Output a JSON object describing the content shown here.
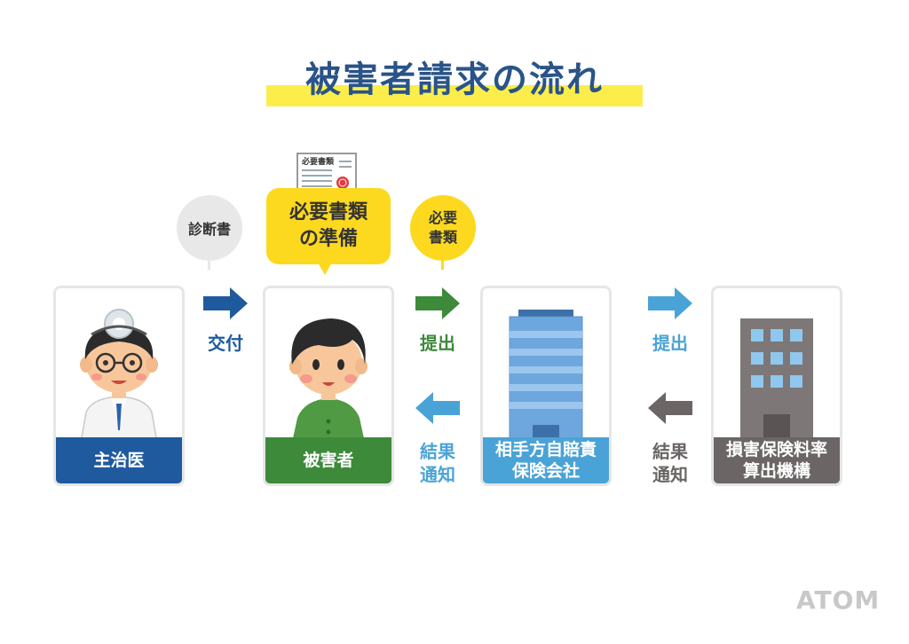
{
  "title": "被害者請求の流れ",
  "logo": "ATOM",
  "colors": {
    "title": "#2a5488",
    "highlight": "#fcee4a",
    "doctor": "#1f5a9e",
    "victim": "#3d8a3a",
    "insurer": "#4aa3d6",
    "agency": "#6b6565",
    "bubble_yellow": "#fcd91f",
    "bubble_gray": "#e8e8e8"
  },
  "cards": {
    "doctor": {
      "label": "主治医",
      "icon": "doctor-icon"
    },
    "victim": {
      "label": "被害者",
      "icon": "person-icon"
    },
    "insurer": {
      "label": "相手方自賠責\n保険会社",
      "icon": "office-building-icon"
    },
    "agency": {
      "label": "損害保険料率\n算出機構",
      "icon": "building-icon"
    }
  },
  "bubbles": {
    "diagnosis": "診断書",
    "prepare_docs": "必要書類\nの準備",
    "required_docs": "必要\n書類"
  },
  "document_icon": {
    "heading": "必要書類"
  },
  "arrows": {
    "deliver": "交付",
    "submit_1": "提出",
    "submit_2": "提出",
    "result_1": "結果\n通知",
    "result_2": "結果\n通知"
  }
}
